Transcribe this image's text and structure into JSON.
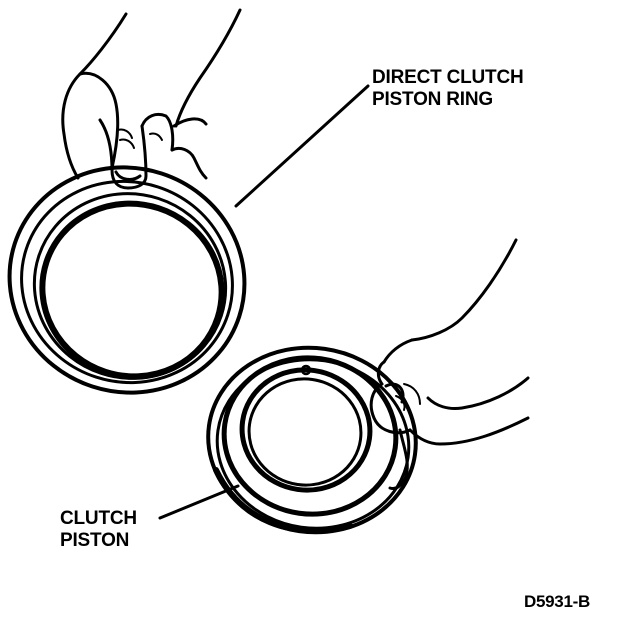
{
  "labels": {
    "ring_line1": "DIRECT CLUTCH",
    "ring_line2": "PISTON RING",
    "piston_line1": "CLUTCH",
    "piston_line2": "PISTON"
  },
  "figure_id": "D5931-B",
  "colors": {
    "ink": "#000000",
    "paper": "#ffffff"
  }
}
